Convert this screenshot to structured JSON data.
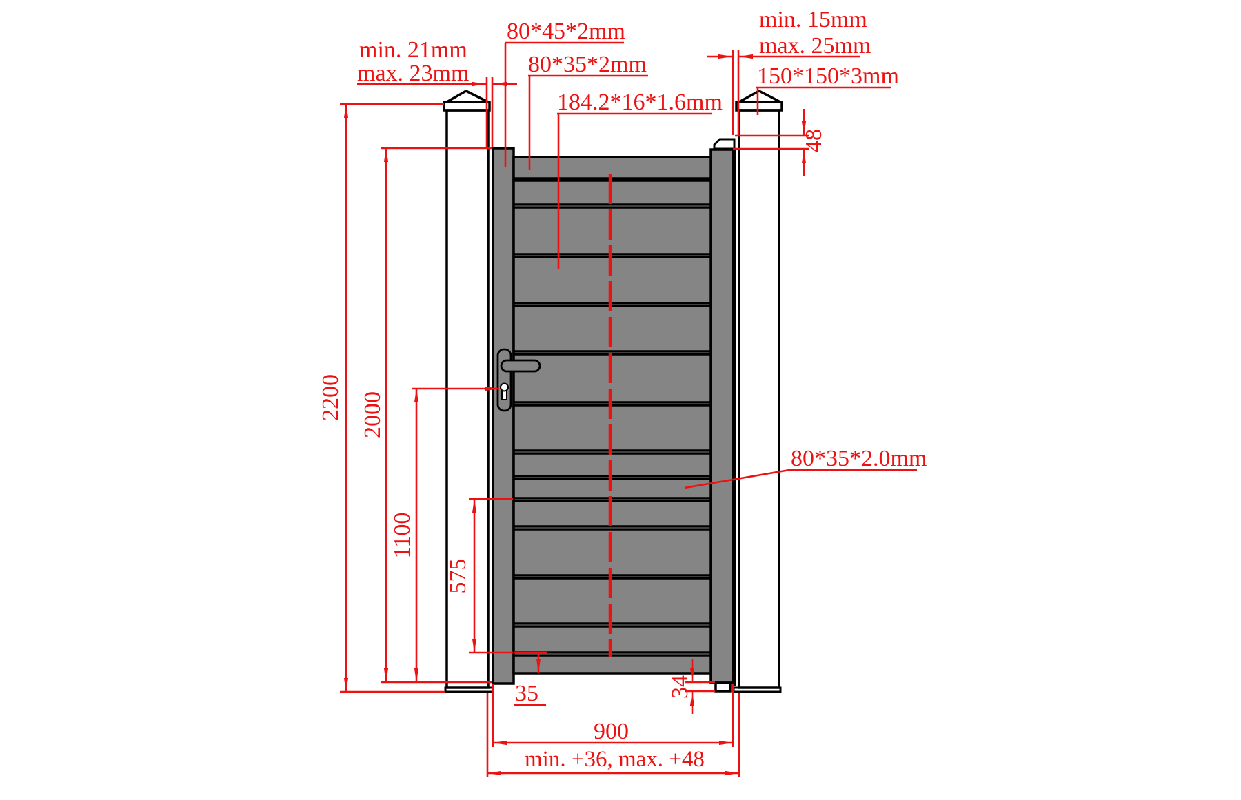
{
  "drawing": {
    "type": "gate-installation-technical-drawing",
    "colors": {
      "dimension_red": "#ee1111",
      "outline_black": "#000000",
      "panel_gray": "#858585",
      "background": "#ffffff"
    },
    "annotations": {
      "gap_left_min": "min. 21mm",
      "gap_left_max": "max. 23mm",
      "frame_profile": "80*45*2mm",
      "top_rail_profile": "80*35*2mm",
      "infill_board_profile": "184.2*16*1.6mm",
      "gap_right_min": "min. 15mm",
      "gap_right_max": "max. 25mm",
      "post_profile": "150*150*3mm",
      "latch_height": "48",
      "post_height": "2200",
      "gate_height": "2000",
      "lock_height": "1100",
      "lower_span": "575",
      "bottom_left_offset": "35",
      "bottom_right_offset": "34",
      "gate_width": "900",
      "opening_width": "min. +36, max. +48",
      "mid_rail_profile": "80*35*2.0mm"
    }
  }
}
